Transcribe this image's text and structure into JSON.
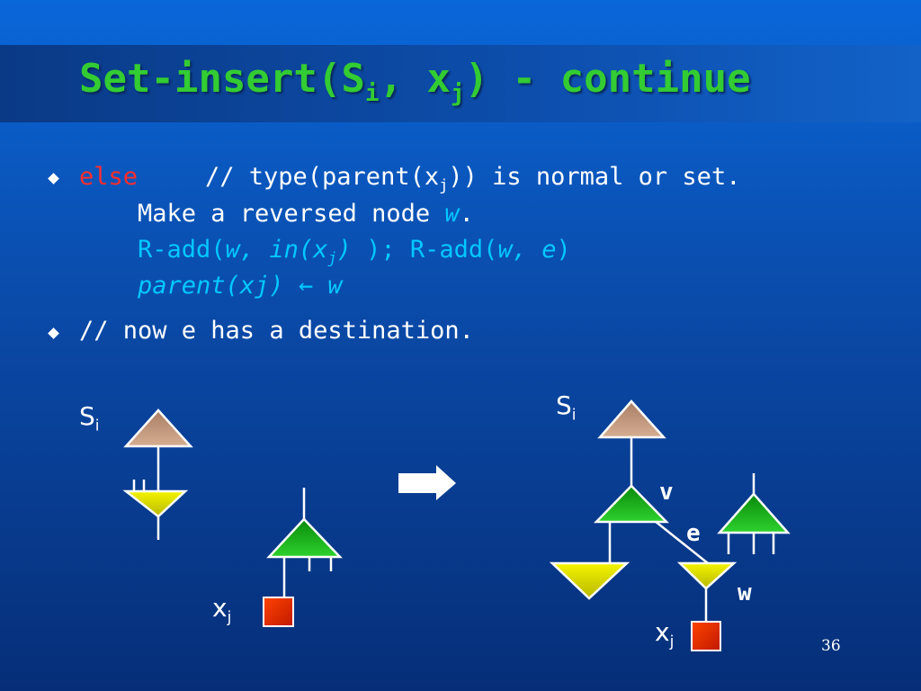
{
  "title": {
    "main": "Set-insert(S",
    "sub_i": "i",
    "mid": ", x",
    "sub_j": "j",
    "end": ") - continue"
  },
  "bullets": [
    {
      "keyword": "else",
      "comment_pre": "// type(parent(x",
      "comment_sub": "j",
      "comment_post": ")) is normal or set.",
      "line2_pre": "Make a reversed node ",
      "line2_var": "w",
      "line2_post": ".",
      "line3": {
        "a": "R-add(",
        "b": "w, in(x",
        "c": "j",
        "d": ")",
        "e": " );",
        "f": " R-add(",
        "g": "w, e",
        "h": ")"
      },
      "line4": {
        "a": "parent(xj) ",
        "arrow": "←",
        "b": " w"
      }
    },
    {
      "text": "// now e has a destination."
    }
  ],
  "diagram": {
    "left": {
      "s_label": "S",
      "s_sub": "i",
      "x_label": "x",
      "x_sub": "j"
    },
    "right": {
      "s_label": "S",
      "s_sub": "i",
      "v_label": "v",
      "e_label": "e",
      "w_label": "w",
      "x_label": "x",
      "x_sub": "j"
    }
  },
  "colors": {
    "title": "#33cc33",
    "keyword": "#ff2d2d",
    "code": "#00c8ff",
    "green_node": "#1fbf1f",
    "yellow_node": "#e6e600",
    "tan_node": "#c49a7e",
    "red_node": "#dd2200"
  },
  "page_number": "36"
}
